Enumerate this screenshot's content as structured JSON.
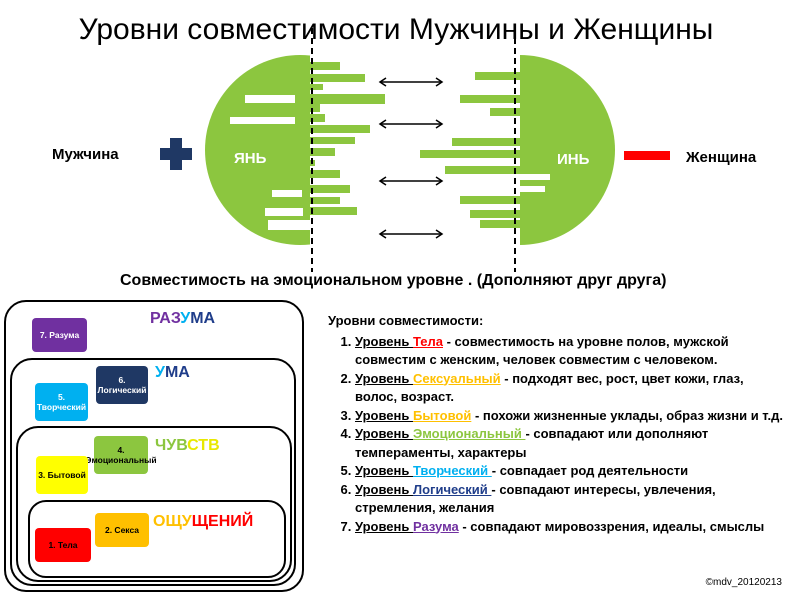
{
  "title": "Уровни совместимости Мужчины и Женщины",
  "man_label": "Мужчина",
  "woman_label": "Женщина",
  "yang_label": "ЯНЬ",
  "yin_label": "ИНЬ",
  "subtitle": "Совместимость на эмоциональном уровне . (Дополняют друг друга)",
  "colors": {
    "green": "#8cc63f",
    "navy": "#1f3864",
    "red": "#ff0000",
    "purple": "#7030a0",
    "blue": "#1f3d8a",
    "yellow": "#ffff00",
    "orange": "#ffc000",
    "light_blue": "#00b0f0"
  },
  "levels_diagram": {
    "box_titles": {
      "mind_pre": "РАЗ",
      "mind_mid": "У",
      "mind_post": "МА",
      "intellect_pre": "У",
      "intellect_post": "МА",
      "feel_pre": "ЧУВ",
      "feel_post": "СТВ",
      "sense_pre": "ОЩУ",
      "sense_mid": "Щ",
      "sense_post": "ЕНИЙ"
    },
    "tiles": {
      "t7": "7. Разума",
      "t6": "6. Логический",
      "t5": "5. Творческий",
      "t4": "4. Эмоциональный",
      "t3": "3. Бытовой",
      "t2": "2. Секса",
      "t1": "1. Тела"
    }
  },
  "legend": {
    "heading": "Уровни совместимости:",
    "items": [
      {
        "prefix": "Уровень ",
        "key": "Тела",
        "text": " - совместимость на уровне полов, мужской совместим с женским, человек совместим с человеком."
      },
      {
        "prefix": "Уровень ",
        "key": "Сексуальный",
        "text": " - подходят вес, рост, цвет кожи, глаз, волос, возраст."
      },
      {
        "prefix": "Уровень ",
        "key": "Бытовой",
        "text": " - похожи жизненные уклады, образ жизни  и т.д."
      },
      {
        "prefix": "Уровень ",
        "key": "Эмоциональный ",
        "text": "- совпадают или дополняют темпераменты, характеры"
      },
      {
        "prefix": "Уровень ",
        "key": "Творческий ",
        "text": "- совпадает род деятельности"
      },
      {
        "prefix": "Уровень ",
        "key": "Логический  ",
        "text": "- совпадают интересы, увлечения, стремления, желания"
      },
      {
        "prefix": "Уровень ",
        "key": "Разума",
        "text": " - совпадают мировоззрения,  идеалы, смыслы"
      }
    ]
  },
  "copyright": "©mdv_20120213"
}
